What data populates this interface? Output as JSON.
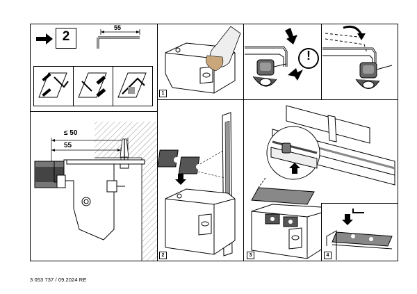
{
  "document": {
    "footer_code": "3 053 737 / 09.2024  RE"
  },
  "top_left": {
    "step_box": "2",
    "dim_55_top": "55"
  },
  "wall_detail": {
    "dim_le50": "≤ 50",
    "dim_55": "55"
  },
  "steps": {
    "s1": "1",
    "s2": "2",
    "s3": "3",
    "s4": "4"
  },
  "callout": {
    "mark": "!"
  }
}
